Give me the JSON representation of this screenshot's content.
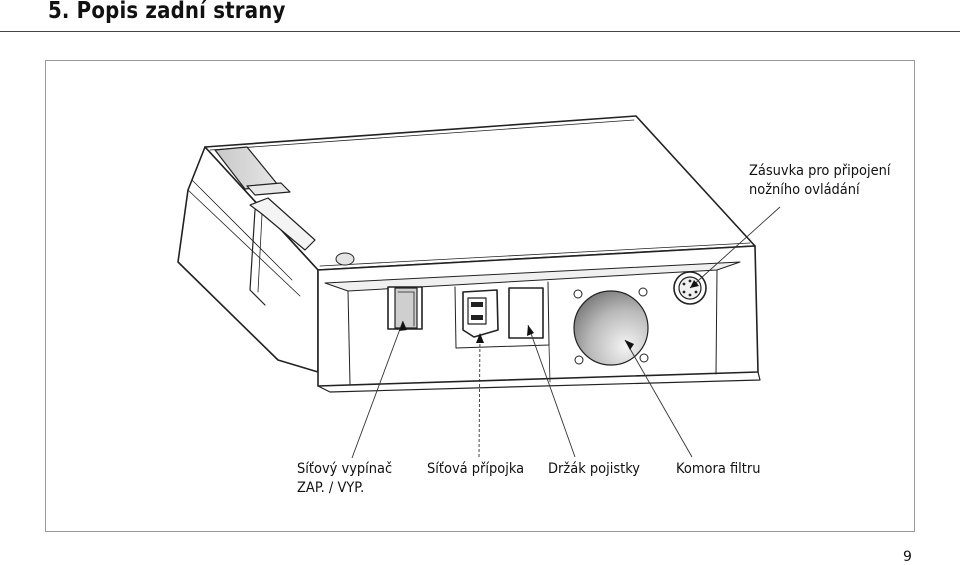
{
  "heading": "5. Popis zadní strany",
  "labels": {
    "foot_socket_line1": "Zásuvka pro připojení",
    "foot_socket_line2": "nožního ovládání",
    "power_switch_line1": "Síťový vypínač",
    "power_switch_line2": "ZAP. / VYP.",
    "power_socket": "Síťová přípojka",
    "fuse_holder": "Držák pojistky",
    "filter_chamber": "Komora filtru"
  },
  "page_number": "9"
}
